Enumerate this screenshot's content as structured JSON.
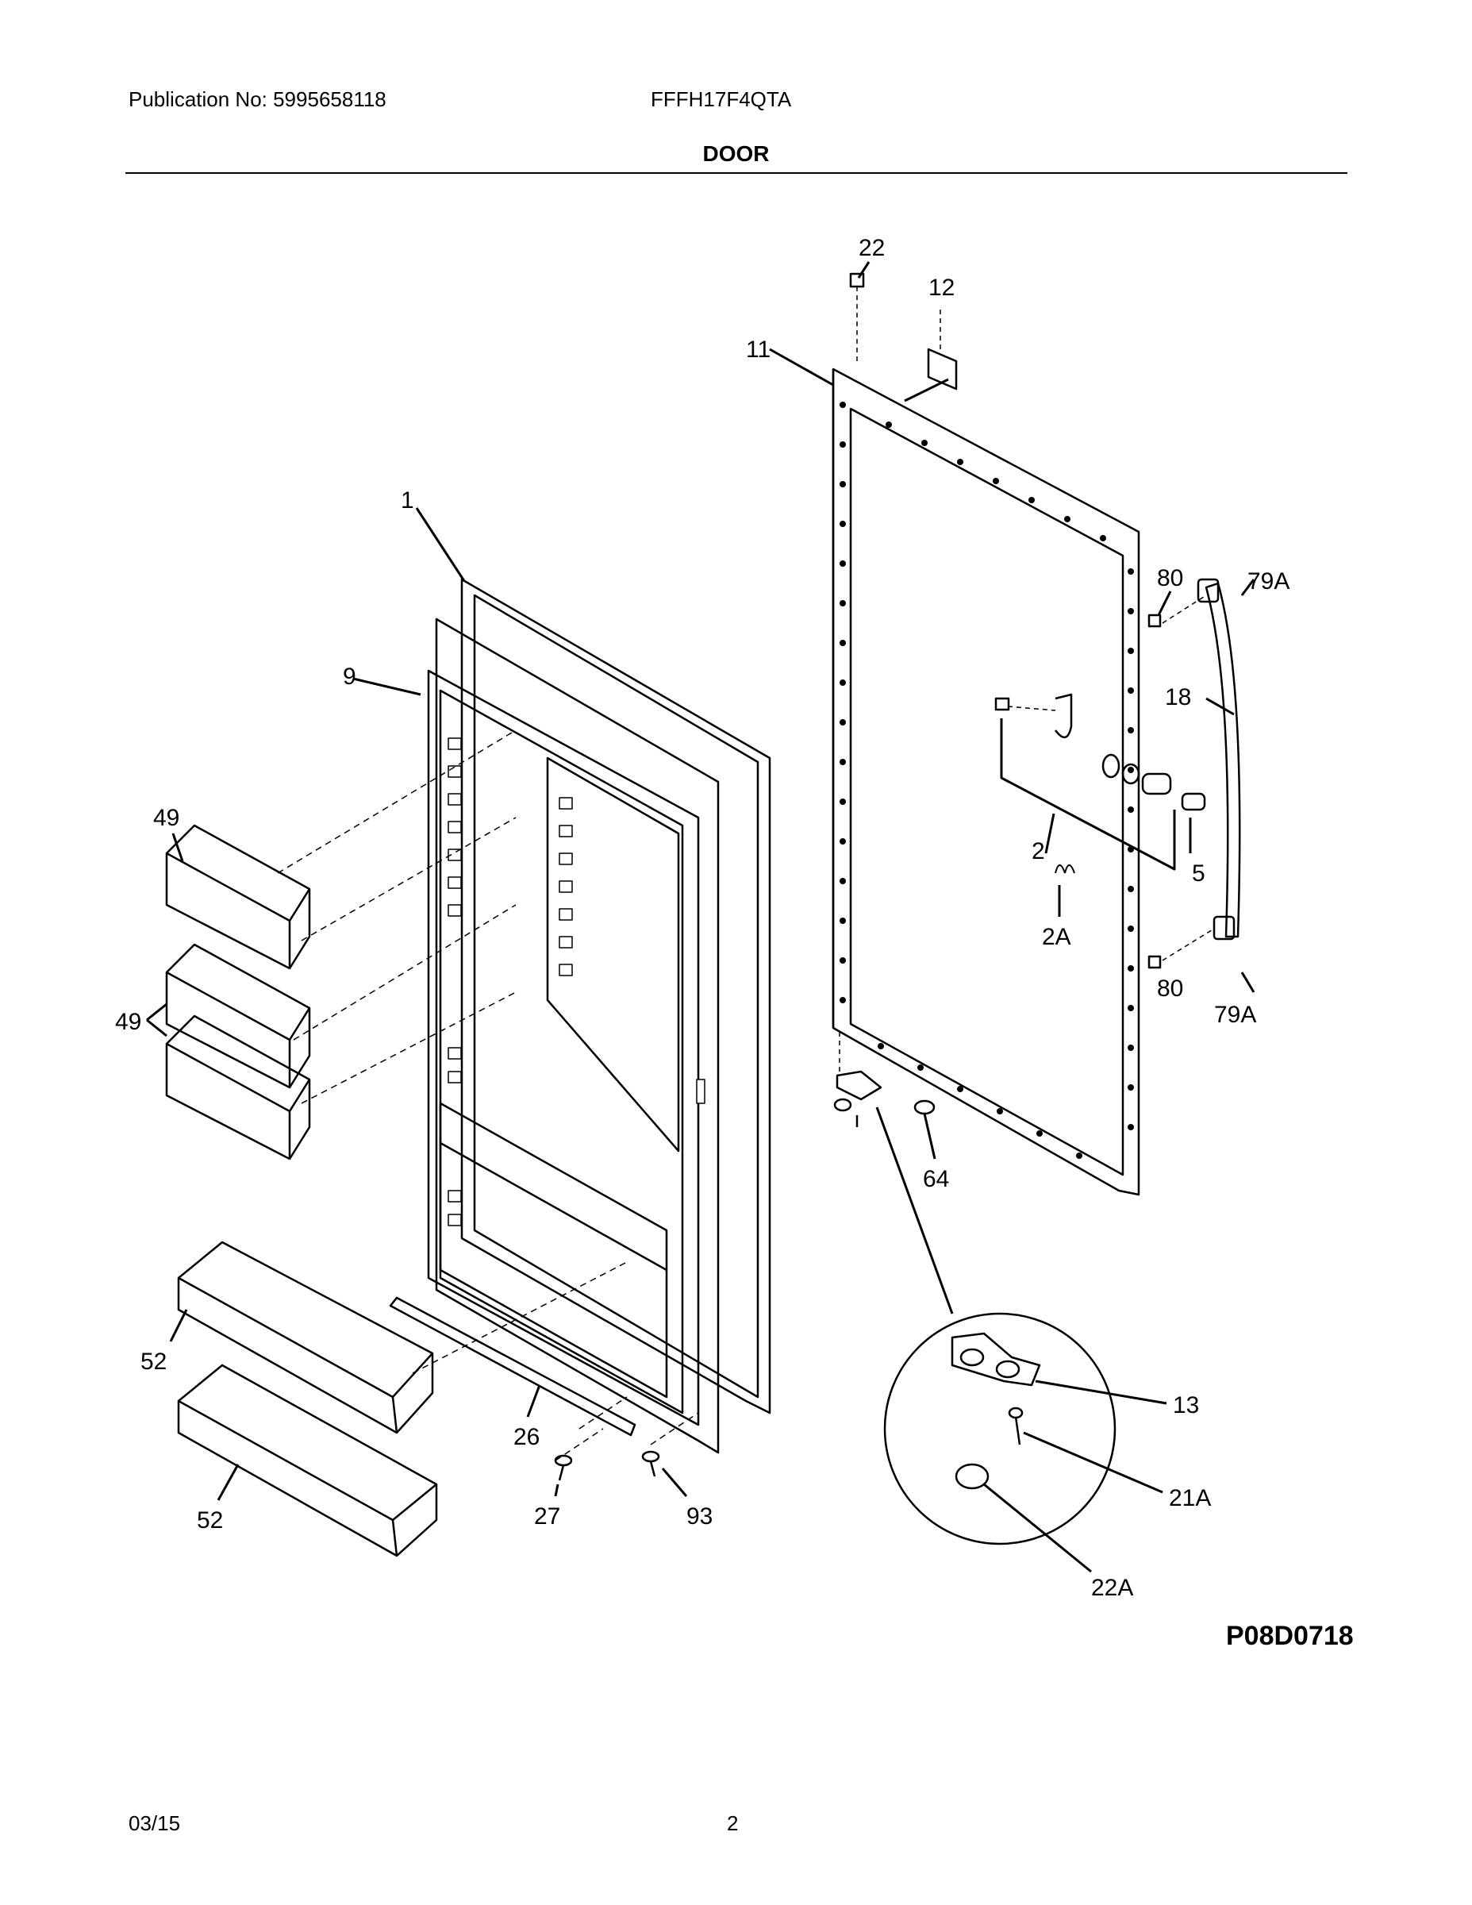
{
  "header": {
    "publication": "Publication No: 5995658118",
    "model": "FFFH17F4QTA",
    "section_title": "DOOR"
  },
  "diagram": {
    "callouts": {
      "c1": "1",
      "c9": "9",
      "c11": "11",
      "c12": "12",
      "c22": "22",
      "c80a": "80",
      "c79Aa": "79A",
      "c18": "18",
      "c2": "2",
      "c5": "5",
      "c2A": "2A",
      "c80b": "80",
      "c79Ab": "79A",
      "c64": "64",
      "c49a": "49",
      "c49b": "49",
      "c52a": "52",
      "c52b": "52",
      "c26": "26",
      "c27": "27",
      "c93": "93",
      "c13": "13",
      "c21A": "21A",
      "c22A": "22A"
    },
    "figure_code": "P08D0718"
  },
  "footer": {
    "date": "03/15",
    "page_number": "2"
  }
}
